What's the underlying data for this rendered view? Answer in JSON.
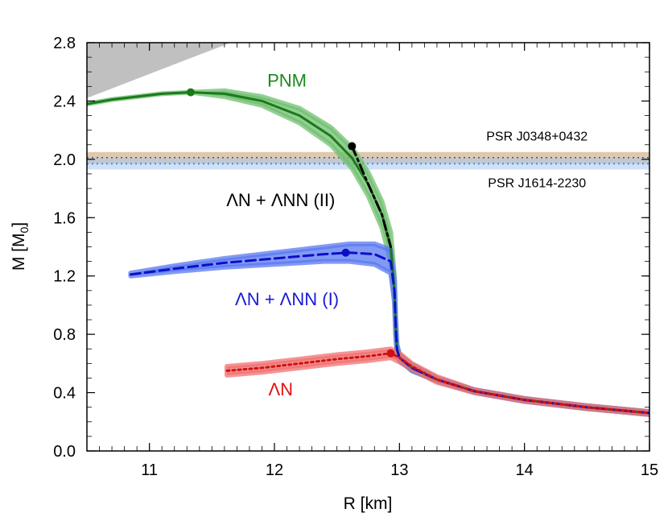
{
  "chart_data": {
    "type": "line",
    "xlabel": "R [km]",
    "ylabel": "M [M",
    "ylabel_sub": "0",
    "ylabel_close": "]",
    "xlim": [
      10.5,
      15
    ],
    "ylim": [
      0.0,
      2.8
    ],
    "xticks": [
      11,
      12,
      13,
      14,
      15
    ],
    "xtick_labels": [
      "11",
      "12",
      "13",
      "14",
      "15"
    ],
    "yticks": [
      0.0,
      0.4,
      0.8,
      1.2,
      1.6,
      2.0,
      2.4,
      2.8
    ],
    "ytick_labels": [
      "0.0",
      "0.4",
      "0.8",
      "1.2",
      "1.6",
      "2.0",
      "2.4",
      "2.8"
    ],
    "grid": false,
    "excluded_region": {
      "color": "#c0c0c0",
      "polygon": [
        [
          10.5,
          2.8
        ],
        [
          11.65,
          2.8
        ],
        [
          10.5,
          2.42
        ]
      ]
    },
    "bands": [
      {
        "name": "PSR J0348+0432",
        "y": 2.01,
        "ymin": 1.97,
        "ymax": 2.05,
        "color": "#c49a6c",
        "line_color": "#7a4a1a"
      },
      {
        "name": "PSR J1614-2230",
        "y": 1.97,
        "ymin": 1.93,
        "ymax": 2.01,
        "color": "#a8c8f0",
        "line_color": "#4a8ae0"
      }
    ],
    "series": [
      {
        "name": "PNM",
        "color": "#1a7a1a",
        "band_color": "#6fbf6f",
        "style": "solid",
        "label_color": "#1a8a1a",
        "x": [
          10.5,
          10.7,
          10.9,
          11.1,
          11.33,
          11.6,
          11.9,
          12.2,
          12.45,
          12.62,
          12.75,
          12.86,
          12.93,
          12.96,
          12.97,
          12.98,
          13.0,
          13.1,
          13.3,
          13.6,
          14.0,
          14.5,
          15.0
        ],
        "y": [
          2.38,
          2.41,
          2.43,
          2.45,
          2.46,
          2.45,
          2.4,
          2.3,
          2.16,
          2.01,
          1.83,
          1.62,
          1.4,
          1.1,
          0.85,
          0.7,
          0.64,
          0.57,
          0.49,
          0.41,
          0.35,
          0.3,
          0.26
        ],
        "band_width": [
          0,
          0,
          0,
          0,
          0,
          0.02,
          0.03,
          0.05,
          0.06,
          0.07,
          0.08,
          0.09,
          0.1,
          0.09,
          0.06,
          0.03,
          0.02,
          0.02,
          0.01,
          0.01,
          0.01,
          0.01,
          0.01
        ],
        "marker": {
          "x": 11.33,
          "y": 2.46
        }
      },
      {
        "name": "ΛN + ΛNN (II)",
        "color": "#000000",
        "style": "dashdot",
        "label_color": "#000000",
        "x": [
          12.62,
          12.75,
          12.86,
          12.93
        ],
        "y": [
          2.09,
          1.83,
          1.62,
          1.4
        ],
        "marker": {
          "x": 12.62,
          "y": 2.09
        }
      },
      {
        "name": "ΛN + ΛNN (I)",
        "color": "#0a10c8",
        "band_color": "#5a78f0",
        "style": "dashed",
        "label_color": "#1a1ad8",
        "x": [
          10.85,
          11.2,
          11.6,
          12.0,
          12.4,
          12.6,
          12.8,
          12.93,
          12.96,
          12.97,
          12.98,
          13.0,
          13.1,
          13.3,
          13.6,
          14.0,
          14.5,
          15.0
        ],
        "y": [
          1.21,
          1.25,
          1.29,
          1.32,
          1.35,
          1.36,
          1.35,
          1.3,
          1.1,
          0.85,
          0.7,
          0.64,
          0.57,
          0.49,
          0.41,
          0.35,
          0.3,
          0.26
        ],
        "band_width": [
          0.01,
          0.02,
          0.03,
          0.04,
          0.05,
          0.06,
          0.07,
          0.08,
          0.07,
          0.05,
          0.03,
          0.02,
          0.02,
          0.01,
          0.01,
          0.01,
          0.01,
          0.01
        ],
        "marker": {
          "x": 12.57,
          "y": 1.36
        }
      },
      {
        "name": "ΛN",
        "color": "#d01010",
        "band_color": "#f07070",
        "style": "dotted",
        "label_color": "#e01010",
        "x": [
          11.62,
          11.9,
          12.2,
          12.5,
          12.75,
          12.93,
          13.0,
          13.1,
          13.3,
          13.6,
          14.0,
          14.5,
          15.0
        ],
        "y": [
          0.55,
          0.57,
          0.6,
          0.63,
          0.65,
          0.67,
          0.64,
          0.58,
          0.49,
          0.41,
          0.35,
          0.3,
          0.26
        ],
        "band_width": [
          0.03,
          0.03,
          0.03,
          0.03,
          0.03,
          0.03,
          0.03,
          0.02,
          0.02,
          0.01,
          0.01,
          0.01,
          0.01
        ],
        "marker": {
          "x": 12.93,
          "y": 0.67
        }
      }
    ],
    "annotations": [
      {
        "name": "pnm-label",
        "text": "PNM",
        "x": 12.1,
        "y": 2.5,
        "color": "#1a8a1a"
      },
      {
        "name": "psr-j0348-label",
        "text": "PSR J0348+0432",
        "x": 14.1,
        "y": 2.13,
        "color": "#000000"
      },
      {
        "name": "psr-j1614-label",
        "text": "PSR J1614-2230",
        "x": 14.1,
        "y": 1.81,
        "color": "#000000"
      },
      {
        "name": "lnn2-label",
        "text": "ΛN + ΛNN (II)",
        "x": 12.05,
        "y": 1.68,
        "color": "#000000"
      },
      {
        "name": "lnn1-label",
        "text": "ΛN + ΛNN (I)",
        "x": 12.1,
        "y": 1.0,
        "color": "#1a1ad8"
      },
      {
        "name": "ln-label",
        "text": "ΛN",
        "x": 12.05,
        "y": 0.38,
        "color": "#e01010"
      }
    ]
  }
}
